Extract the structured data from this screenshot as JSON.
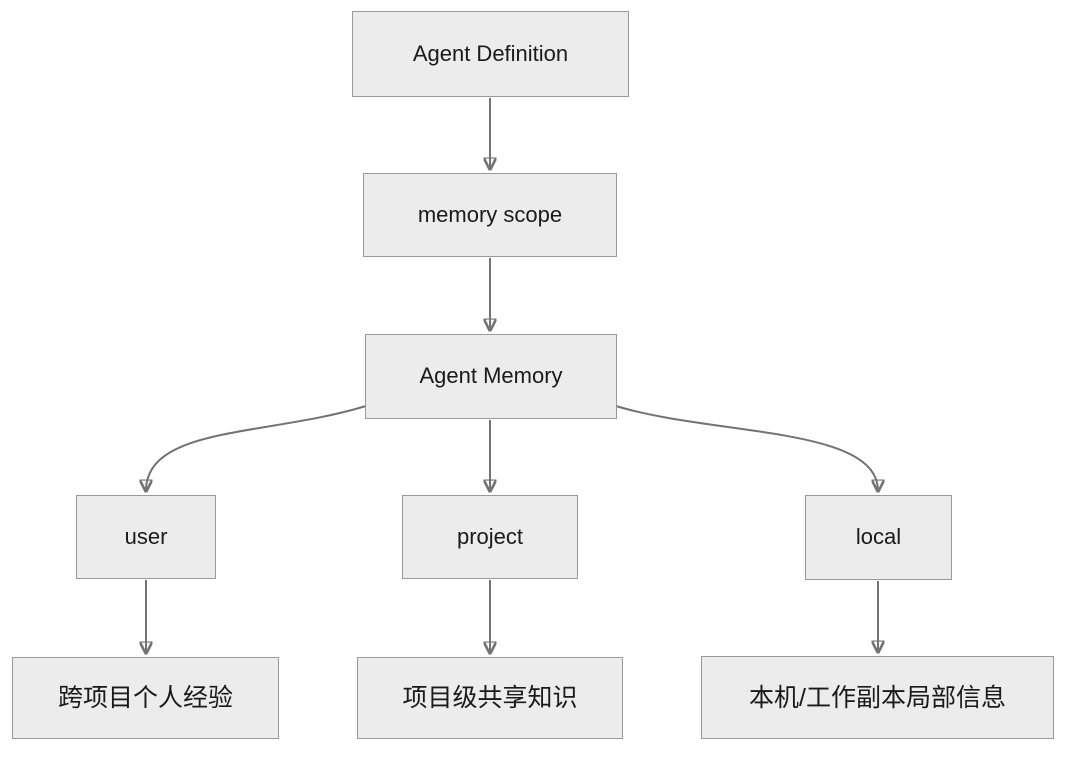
{
  "diagram": {
    "type": "flowchart-top-down",
    "colors": {
      "background": "#ffffff",
      "node_fill": "#ececec",
      "node_border": "#999999",
      "edge_line": "#737373",
      "arrowhead": "#666666",
      "text": "#1a1a1a"
    },
    "nodes": {
      "agent_definition": {
        "label": "Agent Definition"
      },
      "memory_scope": {
        "label": "memory scope"
      },
      "agent_memory": {
        "label": "Agent Memory"
      },
      "user": {
        "label": "user"
      },
      "project": {
        "label": "project"
      },
      "local": {
        "label": "local"
      },
      "user_desc": {
        "label": "跨项目个人经验"
      },
      "project_desc": {
        "label": "项目级共享知识"
      },
      "local_desc": {
        "label": "本机/工作副本局部信息"
      }
    },
    "edges": [
      {
        "from": "agent_definition",
        "to": "memory_scope"
      },
      {
        "from": "memory_scope",
        "to": "agent_memory"
      },
      {
        "from": "agent_memory",
        "to": "user"
      },
      {
        "from": "agent_memory",
        "to": "project"
      },
      {
        "from": "agent_memory",
        "to": "local"
      },
      {
        "from": "user",
        "to": "user_desc"
      },
      {
        "from": "project",
        "to": "project_desc"
      },
      {
        "from": "local",
        "to": "local_desc"
      }
    ]
  }
}
